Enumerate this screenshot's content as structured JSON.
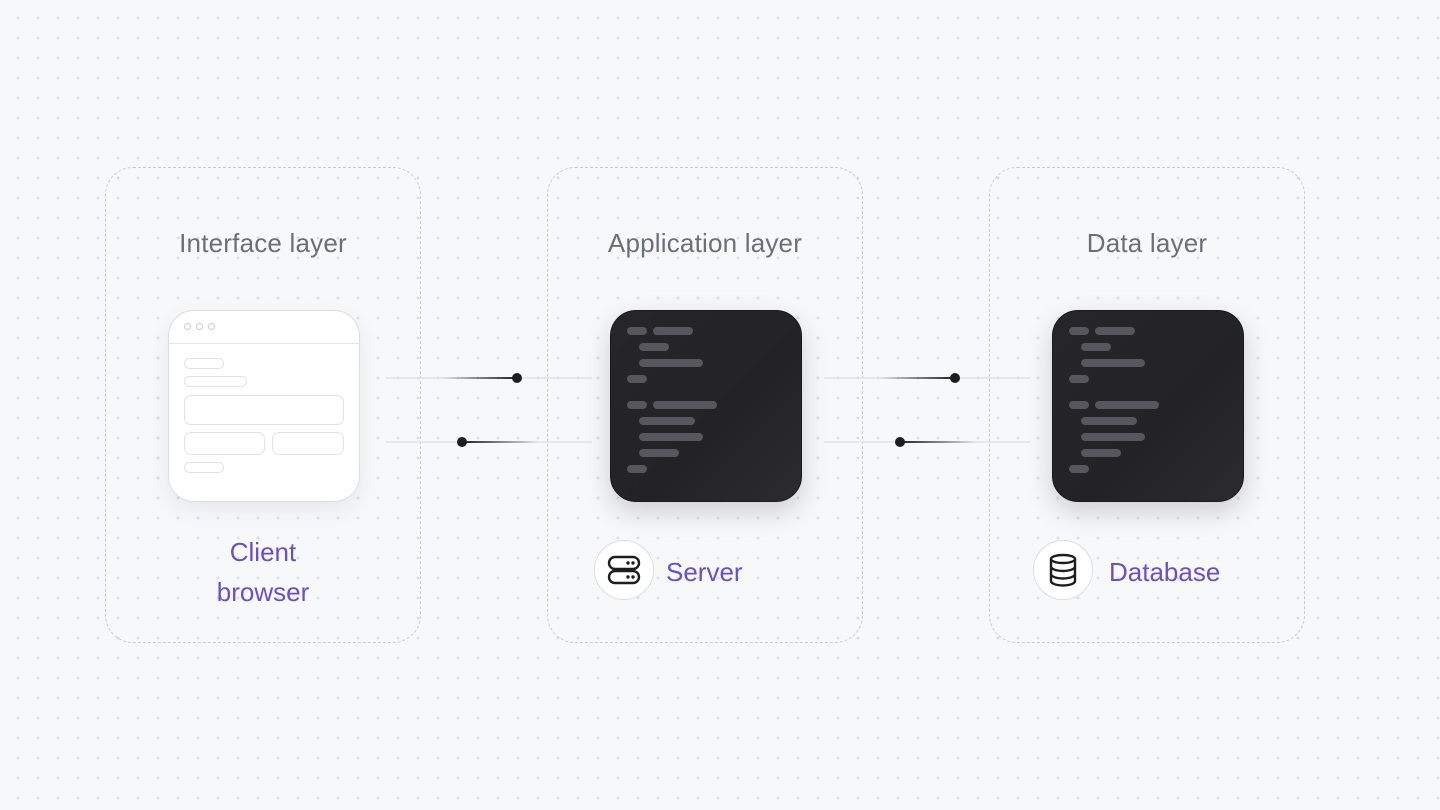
{
  "diagram": {
    "layers": [
      {
        "id": "interface",
        "title": "Interface layer",
        "component": "Client browser",
        "icon": "browser-window"
      },
      {
        "id": "application",
        "title": "Application layer",
        "component": "Server",
        "icon": "server-icon"
      },
      {
        "id": "data",
        "title": "Data layer",
        "component": "Database",
        "icon": "database-icon"
      }
    ],
    "connections": [
      {
        "from": "Client browser",
        "to": "Server",
        "style": "bidirectional"
      },
      {
        "from": "Server",
        "to": "Database",
        "style": "bidirectional"
      }
    ]
  },
  "colors": {
    "background": "#f7f8fa",
    "accent": "#6a4fc6",
    "title_text": "#6b6f78",
    "code_card": "#242426",
    "connector_dot": "#1e1e20"
  }
}
